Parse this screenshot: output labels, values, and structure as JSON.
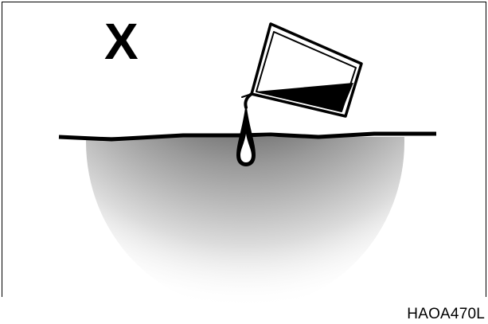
{
  "diagram": {
    "prohibition_mark": "X",
    "figure_code": "HAOA470L",
    "icons": {
      "container": "pouring-beaker-icon",
      "drop": "liquid-drop-icon",
      "stain": "ground-contamination-stain"
    },
    "colors": {
      "ink": "#000000",
      "background": "#ffffff",
      "stain_center": "#111111"
    }
  }
}
